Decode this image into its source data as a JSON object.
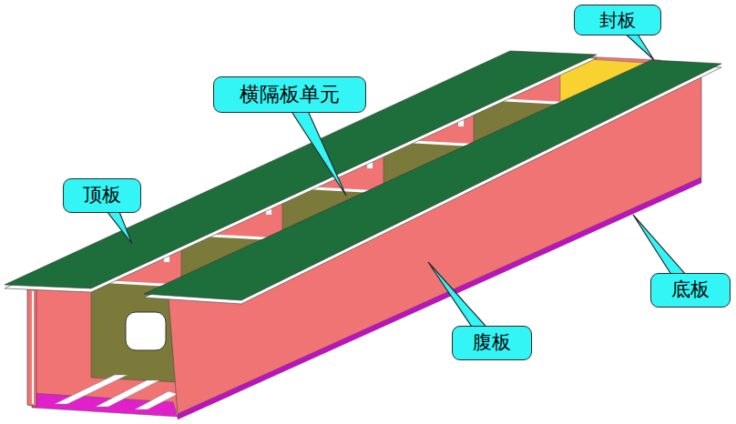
{
  "diagram": {
    "nodes": [
      {
        "text": [
          "封板"
        ]
      },
      {
        "text": [
          "横隔板单元"
        ]
      },
      {
        "text": [
          "顶板"
        ]
      },
      {
        "text": [
          "底板"
        ]
      },
      {
        "text": [
          "腹板"
        ]
      }
    ]
  }
}
